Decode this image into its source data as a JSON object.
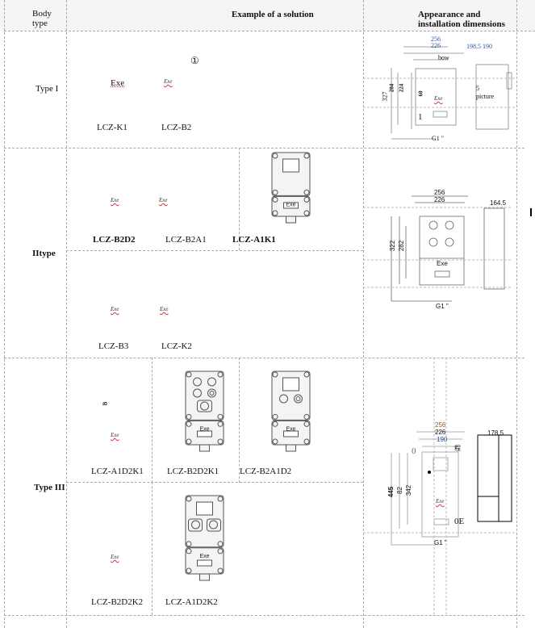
{
  "header": {
    "body_type": "Body type",
    "example": "Example of a solution",
    "appearance": "Appearance and installation dimensions"
  },
  "rows": [
    {
      "type": "Type I",
      "models": [
        "LCZ-K1",
        "LCZ-B2"
      ],
      "marks": {
        "exe1": "Exe",
        "exe2": "Exe",
        "circle": "①"
      },
      "dims": {
        "w256": "256",
        "w226": "226",
        "w1985": "198.5 190",
        "bow": "bow",
        "h327": "327",
        "h204": "204",
        "h224": "224",
        "h60": "60",
        "exe": "Exe",
        "picture": "picture",
        "g1": "G1 \"",
        "one": "1",
        "five": "5"
      }
    },
    {
      "type": "IItype",
      "models": [
        "LCZ-B2D2",
        "LCZ-B2A1",
        "LCZ-A1K1",
        "LCZ-B3",
        "LCZ-K2"
      ],
      "marks": {
        "exe": "Exe"
      },
      "dims": {
        "w256": "256",
        "w226": "226",
        "side": "164.5",
        "h322": "322",
        "h282": "282",
        "exe": "Exe",
        "g1": "G1 \""
      }
    },
    {
      "type": "Type III",
      "models": [
        "LCZ-A1D2K1",
        "LCZ-B2D2K1",
        "LCZ-B2A1D2",
        "LCZ-B2D2K2",
        "LCZ-A1D2K2"
      ],
      "marks": {
        "exe": "Exe",
        "b": "B"
      },
      "dims": {
        "w256": "256",
        "w226": "226",
        "w190": "190",
        "side": "178.5",
        "h445": "445",
        "h82": "82",
        "h342": "342",
        "zero": "0",
        "cheng": "程",
        "oe": "0E",
        "exe": "Exe",
        "g1": "G1 \""
      }
    }
  ]
}
